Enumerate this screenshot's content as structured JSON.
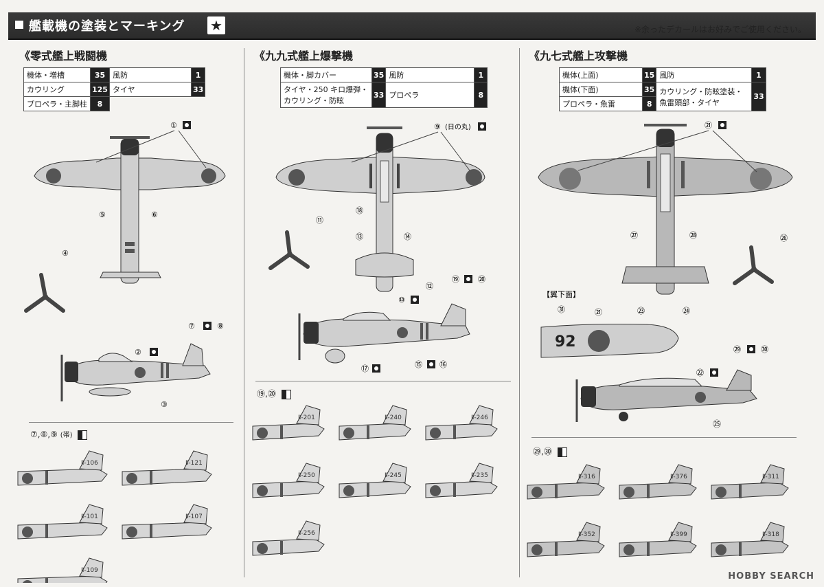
{
  "header": {
    "title": "艦載機の塗装とマーキング",
    "note": "※余ったデカールはお好みでご使用ください。"
  },
  "aircraft": [
    {
      "name": "《零式艦上戦闘機",
      "paint": [
        [
          "機体・増槽",
          "35",
          "風防",
          "1"
        ],
        [
          "カウリング",
          "125",
          "タイヤ",
          "33"
        ],
        [
          "プロペラ・主脚柱",
          "8",
          "",
          ""
        ]
      ],
      "variants_label": "⑦,⑧,⑨",
      "variants_note": "(帯)",
      "tail_codes": [
        "Ⅱ-106",
        "Ⅱ-121",
        "Ⅱ-101",
        "Ⅱ-107",
        "Ⅱ-109"
      ]
    },
    {
      "name": "《九九式艦上爆撃機",
      "paint": [
        [
          "機体・脚カバー",
          "35",
          "風防",
          "1"
        ],
        [
          "タイヤ・250 キロ爆弾・カウリング・防眩",
          "33",
          "プロペラ",
          "8"
        ]
      ],
      "variants_label": "⑲,⑳",
      "variants_note": "",
      "tail_codes": [
        "Ⅱ-201",
        "Ⅱ-240",
        "Ⅱ-246",
        "Ⅱ-250",
        "Ⅱ-245",
        "Ⅱ-235",
        "Ⅱ-256"
      ]
    },
    {
      "name": "《九七式艦上攻撃機",
      "paint": [
        [
          "機体(上面)",
          "15",
          "風防",
          "1"
        ],
        [
          "機体(下面)",
          "35",
          "カウリング・防眩塗装・魚雷頭部・タイヤ",
          "33"
        ],
        [
          "プロペラ・魚雷",
          "8",
          "",
          ""
        ]
      ],
      "wing_label": "【翼下面】",
      "wing_code": "92",
      "variants_label": "㉙,㉚",
      "variants_note": "",
      "tail_codes": [
        "Ⅱ-316",
        "Ⅱ-376",
        "Ⅱ-311",
        "Ⅱ-352",
        "Ⅱ-399",
        "Ⅱ-318"
      ]
    }
  ],
  "callouts": {
    "c1": [
      "①",
      "⑤",
      "⑥",
      "④",
      "⑦",
      "⑧",
      "②",
      "③"
    ],
    "c2": [
      "⑨",
      "(日の丸)",
      "⑱",
      "⑬",
      "⑭",
      "⑪",
      "⑫",
      "⑲",
      "⑳",
      "⑩",
      "⑮",
      "⑯",
      "⑰"
    ],
    "c3": [
      "㉑",
      "㉗",
      "㉘",
      "㉖",
      "㉓",
      "㉔",
      "㉛",
      "㉙",
      "㉚",
      "㉒",
      "㉕"
    ]
  },
  "logo": "HOBBY SEARCH"
}
